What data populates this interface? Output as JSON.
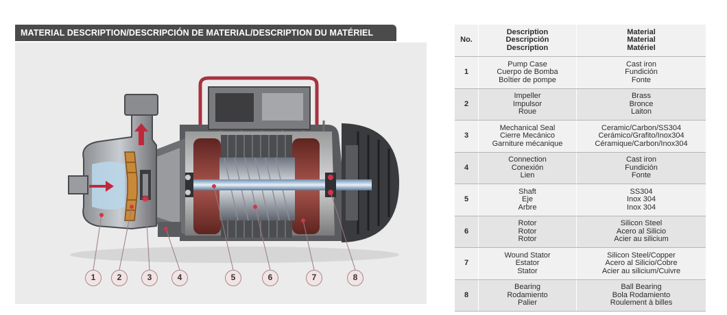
{
  "section_title": "MATERIAL DESCRIPTION/DESCRIPCIÓN DE MATERIAL/DESCRIPTION DU MATÉRIEL",
  "table": {
    "headers": {
      "no": "No.",
      "description": [
        "Description",
        "Descripción",
        "Description"
      ],
      "material": [
        "Material",
        "Material",
        "Matériel"
      ]
    },
    "rows": [
      {
        "no": "1",
        "description": [
          "Pump Case",
          "Cuerpo de Bomba",
          "Boîtier de pompe"
        ],
        "material": [
          "Cast iron",
          "Fundición",
          "Fonte"
        ]
      },
      {
        "no": "2",
        "description": [
          "Impeller",
          "Impulsor",
          "Roue"
        ],
        "material": [
          "Brass",
          "Bronce",
          "Laiton"
        ]
      },
      {
        "no": "3",
        "description": [
          "Mechanical Seal",
          "Cierre Mecánico",
          "Garniture mécanique"
        ],
        "material": [
          "Ceramic/Carbon/SS304",
          "Cerámico/Grafito/Inox304",
          "Céramique/Carbon/Inox304"
        ]
      },
      {
        "no": "4",
        "description": [
          "Connection",
          "Conexión",
          "Lien"
        ],
        "material": [
          "Cast iron",
          "Fundición",
          "Fonte"
        ]
      },
      {
        "no": "5",
        "description": [
          "Shaft",
          "Eje",
          "Arbre"
        ],
        "material": [
          "SS304",
          "Inox 304",
          "Inox 304"
        ]
      },
      {
        "no": "6",
        "description": [
          "Rotor",
          "Rotor",
          "Rotor"
        ],
        "material": [
          "Silicon Steel",
          "Acero al Silicio",
          "Acier au silicium"
        ]
      },
      {
        "no": "7",
        "description": [
          "Wound Stator",
          "Estator",
          "Stator"
        ],
        "material": [
          "Silicon Steel/Copper",
          "Acero al Silicio/Cobre",
          "Acier au silicium/Cuivre"
        ]
      },
      {
        "no": "8",
        "description": [
          "Bearing",
          "Rodamiento",
          "Palier"
        ],
        "material": [
          "Ball Bearing",
          "Bola Rodamiento",
          "Roulement à billes"
        ]
      }
    ]
  },
  "callouts": [
    "1",
    "2",
    "3",
    "4",
    "5",
    "6",
    "7",
    "8"
  ],
  "colors": {
    "title_bg": "#4b4b4b",
    "accent_red": "#c0283a",
    "impeller_brass": "#c8893a",
    "stator_copper": "#8a3b35",
    "callout_fill": "#f2e3e4"
  }
}
